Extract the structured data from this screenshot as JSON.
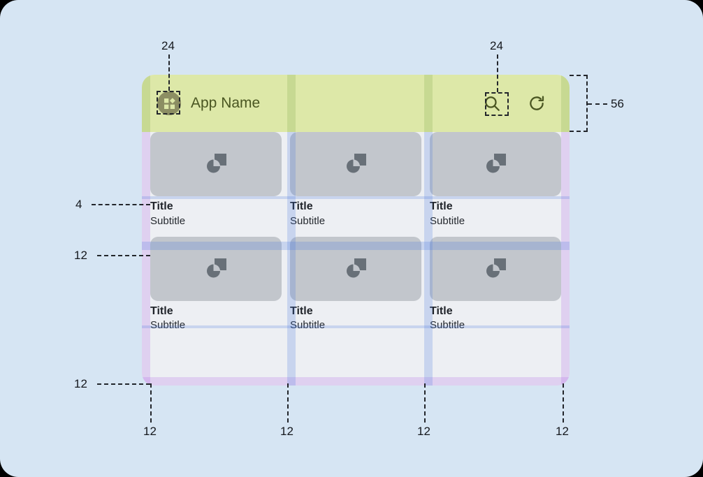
{
  "canvas": {
    "background": "#d6e5f3"
  },
  "app": {
    "bar": {
      "height_label": "56",
      "title": "App Name",
      "logo_icon": "app-logo-grid-icon",
      "actions": [
        {
          "icon": "search-icon",
          "size_label": "24"
        },
        {
          "icon": "refresh-icon"
        }
      ],
      "logo_size_label": "24",
      "background": "#dde8a8",
      "title_color": "#4a5622"
    },
    "cards": [
      [
        {
          "title": "Title",
          "subtitle": "Subtitle",
          "media_icon": "image-placeholder-icon"
        },
        {
          "title": "Title",
          "subtitle": "Subtitle",
          "media_icon": "image-placeholder-icon"
        },
        {
          "title": "Title",
          "subtitle": "Subtitle",
          "media_icon": "image-placeholder-icon"
        }
      ],
      [
        {
          "title": "Title",
          "subtitle": "Subtitle",
          "media_icon": "image-placeholder-icon"
        },
        {
          "title": "Title",
          "subtitle": "Subtitle",
          "media_icon": "image-placeholder-icon"
        },
        {
          "title": "Title",
          "subtitle": "Subtitle",
          "media_icon": "image-placeholder-icon"
        }
      ]
    ]
  },
  "annotations": {
    "logo_touch_target": "24",
    "search_touch_target": "24",
    "appbar_height": "56",
    "media_to_title_gap": "4",
    "row_gap": "12",
    "bottom_padding": "12",
    "horizontal": [
      "12",
      "12",
      "12",
      "12"
    ]
  },
  "colors": {
    "overlay_purple": "rgba(168,85,230,0.20)",
    "overlay_blue": "rgba(70,120,225,0.22)",
    "overlay_green": "rgba(95,140,40,0.17)",
    "card_media": "#c2c6cc",
    "surface": "#edeff3"
  }
}
